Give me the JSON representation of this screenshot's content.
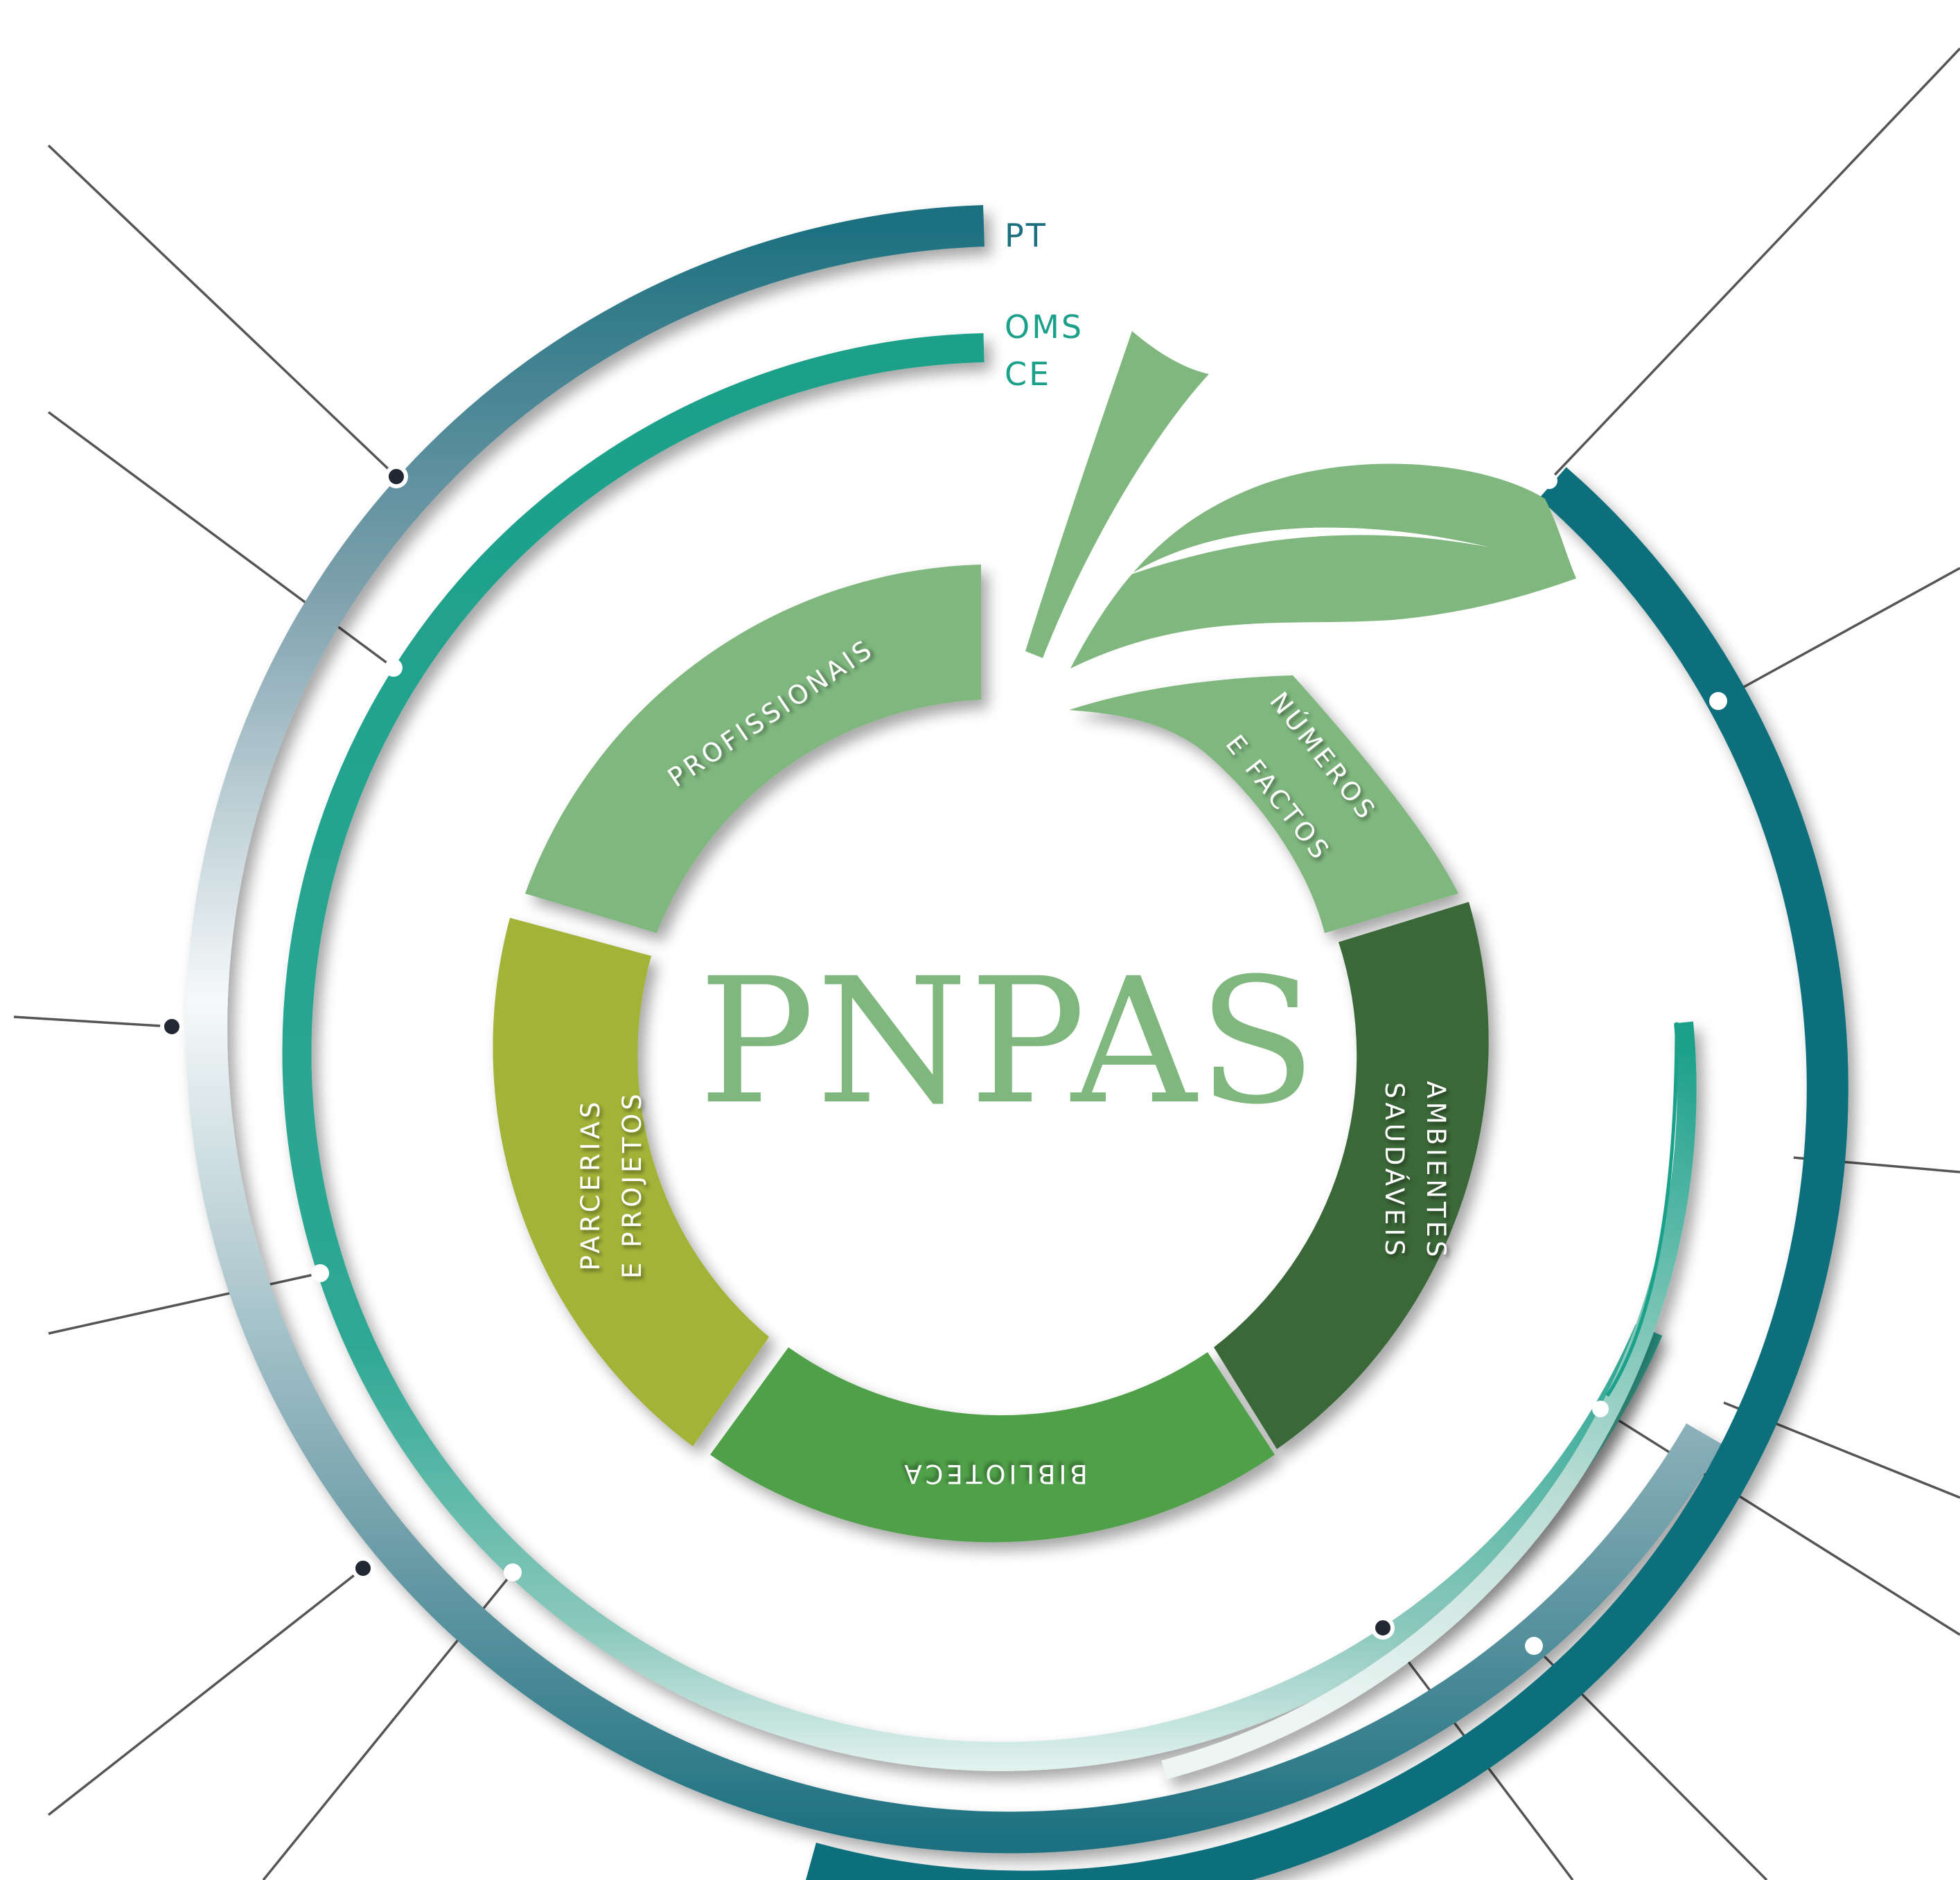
{
  "title": "PNPAS",
  "legend": {
    "pt": "PT",
    "oms": "OMS",
    "ce": "CE"
  },
  "segments": [
    {
      "id": "profissionais",
      "label": "PROFISSIONAIS",
      "color": "#7fb77e"
    },
    {
      "id": "numeros",
      "label_line1": "NÚMEROS",
      "label_line2": "E FACTOS",
      "color": "#7fb77e"
    },
    {
      "id": "ambientes",
      "label_line1": "AMBIENTES",
      "label_line2": "SAUDÁVEIS",
      "color": "#3a6839"
    },
    {
      "id": "biblioteca",
      "label": "BIBLIOTECA",
      "color": "#50a048"
    },
    {
      "id": "parcerias",
      "label_line1": "PARCERIAS",
      "label_line2": "E PROJETOS",
      "color": "#a2b338"
    }
  ],
  "colors": {
    "pt_ring": "#1c7080",
    "oms_ring": "#1ba08a",
    "right_ring": "#0c6e7b",
    "leaf": "#7fb77e",
    "title": "#7fb77e",
    "connector": "#555555",
    "dot_dark": "#222833"
  }
}
